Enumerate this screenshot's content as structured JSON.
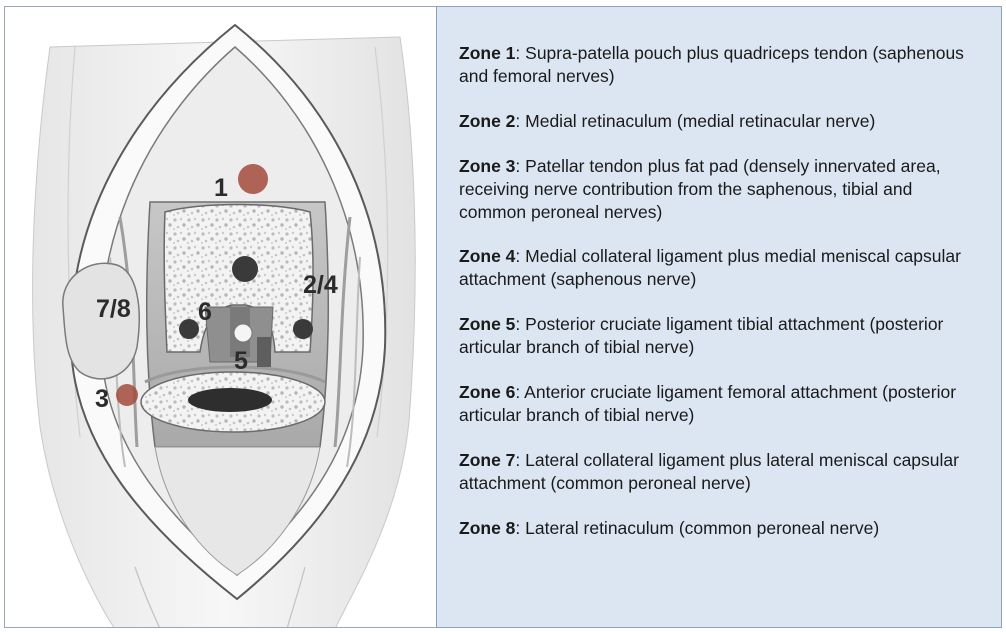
{
  "diagram": {
    "zone_markers": [
      "1",
      "2/4",
      "3",
      "5",
      "6",
      "7/8"
    ],
    "colors": {
      "legend_background": "#dce6f2",
      "legend_border": "#8aa2c0",
      "zone_dot": "#a34a3c",
      "bone_speckle": "#d9d9d9"
    }
  },
  "legend": {
    "zones": [
      {
        "label": "Zone 1",
        "description": "Supra-patella pouch plus quadriceps tendon (saphenous and femoral nerves)"
      },
      {
        "label": "Zone 2",
        "description": "Medial retinaculum (medial retinacular nerve)"
      },
      {
        "label": "Zone 3",
        "description": "Patellar tendon plus fat pad (densely innervated area, receiving nerve contribution from the saphenous, tibial and common peroneal nerves)"
      },
      {
        "label": "Zone 4",
        "description": "Medial collateral ligament plus medial meniscal capsular attachment (saphenous nerve)"
      },
      {
        "label": "Zone 5",
        "description": "Posterior cruciate ligament tibial attachment (posterior articular branch of tibial nerve)"
      },
      {
        "label": "Zone 6",
        "description": "Anterior cruciate ligament femoral attachment (posterior articular branch of tibial nerve)"
      },
      {
        "label": "Zone 7",
        "description": "Lateral collateral ligament plus lateral meniscal capsular attachment (common peroneal nerve)"
      },
      {
        "label": "Zone 8",
        "description": "Lateral retinaculum (common peroneal nerve)"
      }
    ]
  }
}
